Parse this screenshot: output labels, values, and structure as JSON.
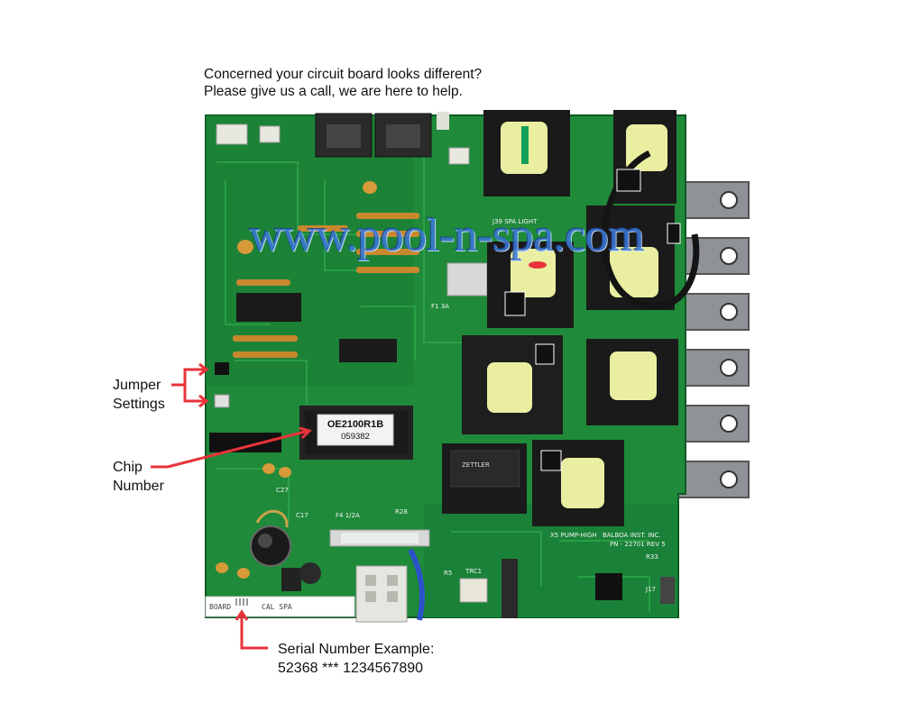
{
  "header": {
    "line1": "Concerned your circuit board looks different?",
    "line2": "Please give us a call, we are here to help."
  },
  "annotations": {
    "jumper_line1": "Jumper",
    "jumper_line2": "Settings",
    "chip_line1": "Chip",
    "chip_line2": "Number",
    "serial_line1": "Serial Number Example:",
    "serial_line2": "52368 *** 1234567890"
  },
  "watermark": "www.pool-n-spa.com",
  "chip": {
    "part": "OE2100R1B",
    "code": "059382"
  },
  "board_strip": {
    "left": "BOARD",
    "right": "CAL SPA"
  },
  "silkscreen": {
    "fuse1": "F1 3A",
    "fuse4": "F4 1/2A",
    "r28": "R28",
    "c17": "C17",
    "c27": "C27",
    "r5": "R5",
    "trc1": "TRC1",
    "r33": "R33",
    "j17": "J17",
    "mfr": "BALBOA INST. INC.",
    "pn": "PN - 22701 REV 5",
    "pump": "X5 PUMP-HIGH",
    "j39": "J39 SPA LIGHT",
    "relay_brand": "ZETTLER"
  },
  "colors": {
    "pcb_green": "#1f8a3a",
    "pcb_dark": "#146a2a",
    "relay_black": "#1a1a1a",
    "coil_yellow": "#e9eea0",
    "arrow_red": "#e8333a",
    "watermark_blue": "#3a78d8",
    "terminal_steel": "#8f9296"
  }
}
